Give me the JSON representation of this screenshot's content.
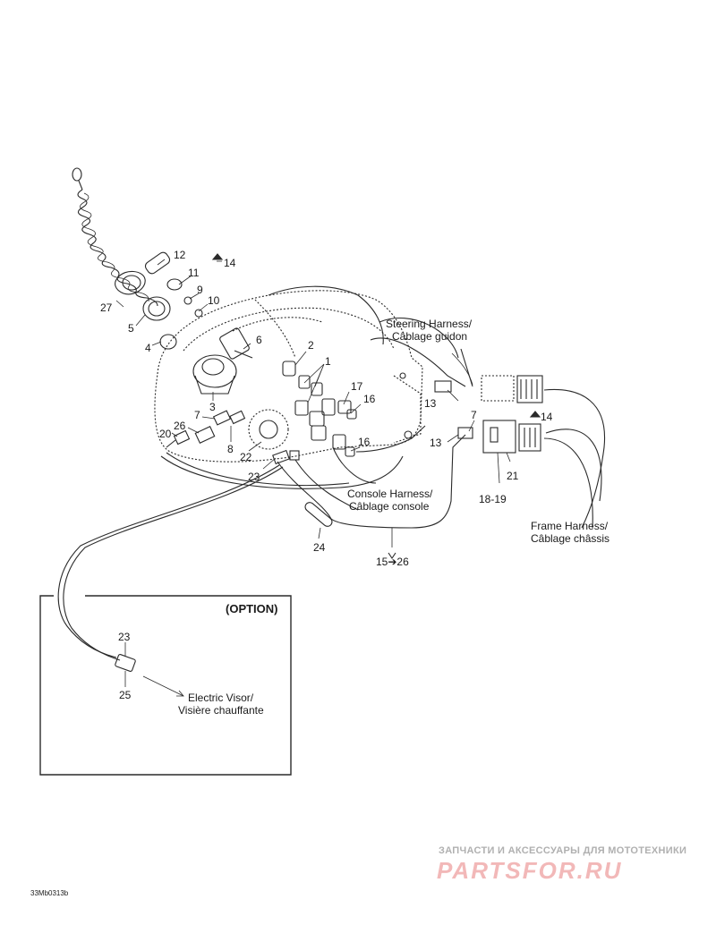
{
  "callouts": [
    "1",
    "2",
    "3",
    "4",
    "5",
    "6",
    "7",
    "7",
    "8",
    "9",
    "10",
    "11",
    "12",
    "13",
    "13",
    "14",
    "14",
    "15➔26",
    "16",
    "16",
    "17",
    "18-19",
    "20",
    "21",
    "22",
    "23",
    "23",
    "24",
    "25",
    "26",
    "27"
  ],
  "labels": {
    "steering_en": "Steering Harness/",
    "steering_fr": "Câblage guidon",
    "console_en": "Console Harness/",
    "console_fr": "Câblage console",
    "frame_en": "Frame Harness/",
    "frame_fr": "Câblage châssis",
    "option": "(OPTION)",
    "visor_en": "Electric Visor/",
    "visor_fr": "Visière chauffante"
  },
  "footer": {
    "watermark_line": "ЗАПЧАСТИ И АКСЕССУАРЫ ДЛЯ МОТОТЕХНИКИ",
    "watermark_logo": "PARTSFOR.RU",
    "image_code": "33Mb0313b"
  }
}
